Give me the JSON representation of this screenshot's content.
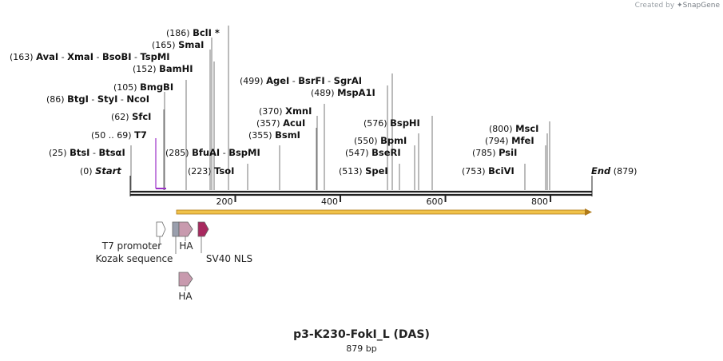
{
  "credit": {
    "prefix": "Created by",
    "brand": "SnapGene"
  },
  "title": "p3-K230-FokI_L (DAS)",
  "subtitle": "879 bp",
  "sequence": {
    "length": 879,
    "ticks": [
      200,
      400,
      600,
      800
    ]
  },
  "labels": [
    {
      "bp": 186,
      "pos": "(186)",
      "names": [
        "BclI *"
      ]
    },
    {
      "bp": 165,
      "pos": "(165)",
      "names": [
        "SmaI"
      ]
    },
    {
      "bp": 163,
      "pos": "(163)",
      "names": [
        "AvaI",
        "XmaI",
        "BsoBI",
        "TspMI"
      ]
    },
    {
      "bp": 152,
      "pos": "(152)",
      "names": [
        "BamHI"
      ]
    },
    {
      "bp": 105,
      "pos": "(105)",
      "names": [
        "BmgBI"
      ]
    },
    {
      "bp": 86,
      "pos": "(86)",
      "names": [
        "BtgI",
        "StyI",
        "NcoI"
      ]
    },
    {
      "bp": 62,
      "pos": "(62)",
      "names": [
        "SfcI"
      ]
    },
    {
      "bp": 50,
      "pos": "(50 .. 69)",
      "names": [
        "T7"
      ],
      "primer": true
    },
    {
      "bp": 25,
      "pos": "(25)",
      "names": [
        "BtsI",
        "BtsαI"
      ]
    },
    {
      "bp": 0,
      "pos": "(0)",
      "names": [
        "Start"
      ],
      "italic": true
    },
    {
      "bp": 285,
      "pos": "(285)",
      "names": [
        "BfuAI",
        "BspMI"
      ]
    },
    {
      "bp": 223,
      "pos": "(223)",
      "names": [
        "TsoI"
      ]
    },
    {
      "bp": 499,
      "pos": "(499)",
      "names": [
        "AgeI",
        "BsrFI",
        "SgrAI"
      ]
    },
    {
      "bp": 489,
      "pos": "(489)",
      "names": [
        "MspA1I"
      ]
    },
    {
      "bp": 370,
      "pos": "(370)",
      "names": [
        "XmnI"
      ]
    },
    {
      "bp": 357,
      "pos": "(357)",
      "names": [
        "AcuI"
      ]
    },
    {
      "bp": 355,
      "pos": "(355)",
      "names": [
        "BsmI"
      ]
    },
    {
      "bp": 576,
      "pos": "(576)",
      "names": [
        "BspHI"
      ]
    },
    {
      "bp": 550,
      "pos": "(550)",
      "names": [
        "BpmI"
      ]
    },
    {
      "bp": 547,
      "pos": "(547)",
      "names": [
        "BseRI"
      ]
    },
    {
      "bp": 513,
      "pos": "(513)",
      "names": [
        "SpeI"
      ]
    },
    {
      "bp": 800,
      "pos": "(800)",
      "names": [
        "MscI"
      ]
    },
    {
      "bp": 794,
      "pos": "(794)",
      "names": [
        "MfeI"
      ]
    },
    {
      "bp": 785,
      "pos": "(785)",
      "names": [
        "PsiI"
      ]
    },
    {
      "bp": 753,
      "pos": "(753)",
      "names": [
        "BciVI"
      ]
    },
    {
      "bp": 879,
      "pos": "(879)",
      "names": [
        "End"
      ],
      "italic": true,
      "posAfter": true
    }
  ],
  "features": [
    {
      "name": "T7 promoter",
      "color": "#ffffff"
    },
    {
      "name": "Kozak sequence",
      "color": "#9a9fad"
    },
    {
      "name": "HA",
      "color": "#c89aae"
    },
    {
      "name": "SV40 NLS",
      "color": "#a8295f"
    },
    {
      "name": "HA",
      "color": "#c89aae"
    }
  ],
  "orf": {
    "color": "#f0c24a",
    "border": "#b07a1a"
  },
  "primer_color": "#9b30c8"
}
